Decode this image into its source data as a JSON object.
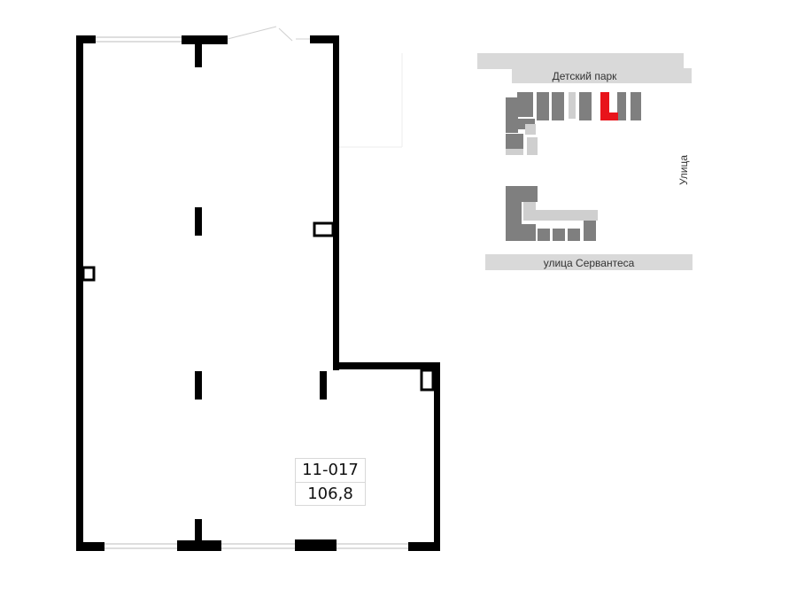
{
  "unit": {
    "code": "11-017",
    "area": "106,8"
  },
  "site_map": {
    "north_road_label": "Детский парк",
    "east_road_label": "Улица",
    "south_road_label": "улица Сервантеса",
    "highlight_color": "#e8141b",
    "building_color": "#7f7f7f",
    "road_color": "#d9d9d9"
  }
}
